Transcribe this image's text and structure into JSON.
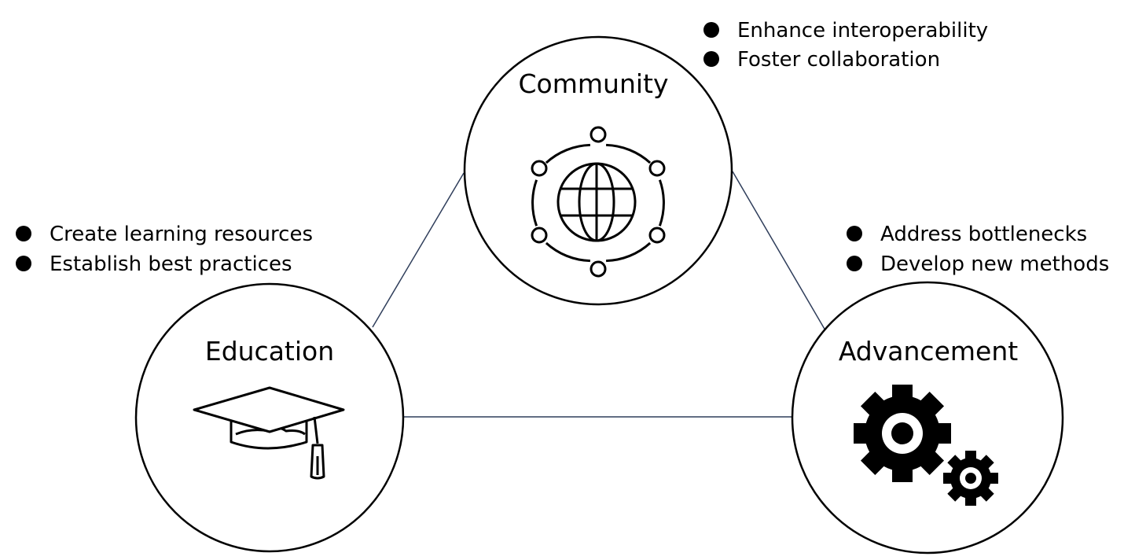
{
  "colors": {
    "ink": "#000000",
    "connector": "#2f3e5b",
    "background": "#ffffff"
  },
  "nodes": {
    "community": {
      "title": "Community",
      "icon": "globe-network-icon",
      "bullets": [
        "Enhance interoperability",
        "Foster collaboration"
      ]
    },
    "education": {
      "title": "Education",
      "icon": "graduation-cap-icon",
      "bullets": [
        "Create learning resources",
        "Establish best practices"
      ]
    },
    "advancement": {
      "title": "Advancement",
      "icon": "gears-icon",
      "bullets": [
        "Address bottlenecks",
        "Develop new methods"
      ]
    }
  }
}
